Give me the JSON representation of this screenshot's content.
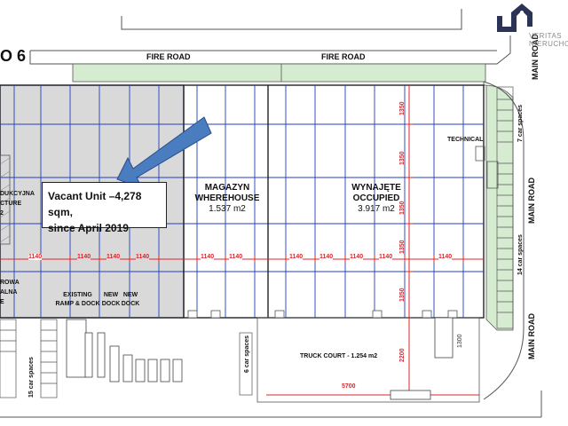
{
  "title_fragment": "O 6",
  "roads": {
    "fire_road_left": "FIRE ROAD",
    "fire_road_right": "FIRE ROAD",
    "main_road_top": "MAIN ROAD",
    "main_road_middle": "MAIN ROAD",
    "main_road_bottom": "MAIN ROAD"
  },
  "callout": {
    "line1": "Vacant Unit –4,278 sqm,",
    "line2": "since April 2019"
  },
  "units": {
    "warehouse": {
      "name_pl": "MAGAZYN",
      "name_en": "WHEREHOUSE",
      "area": "1.537 m2"
    },
    "occupied": {
      "name_pl": "WYNAJĘTE",
      "name_en": "OCCUPIED",
      "area": "3.917 m2"
    },
    "technical": "TECHNICAL",
    "left_partial": [
      "DUKCYJNA",
      "CTURE",
      "2"
    ],
    "left_partial_lower": [
      "ROWA",
      "ALNA",
      "E"
    ]
  },
  "docks": {
    "existing": [
      "EXISTING",
      "RAMP & DOCK"
    ],
    "new1": [
      "NEW",
      "DOCK"
    ],
    "new2": [
      "NEW",
      "DOCK"
    ]
  },
  "truck_court": "TRUCK COURT - 1.254 m2",
  "parking": {
    "seven": "7 car spaces",
    "fourteen": "14 car spaces",
    "six": "6 car spaces",
    "fifteen": "15 car spaces"
  },
  "dimensions": {
    "grid_spacing": "1140",
    "bay_depth": "1350",
    "court_width": "5700",
    "court_depth": "2200",
    "ramp_length": "1300"
  },
  "logo": {
    "line1": "VERITAS",
    "line2": "NIERUCHO"
  },
  "colors": {
    "grid_blue": "#1f3fbf",
    "dimension_red": "#e0242a",
    "road_green": "#d5ecd0",
    "vacant_grey": "#d9d9d9",
    "arrow_blue": "#4a7cc0",
    "logo_navy": "#2b3457"
  }
}
